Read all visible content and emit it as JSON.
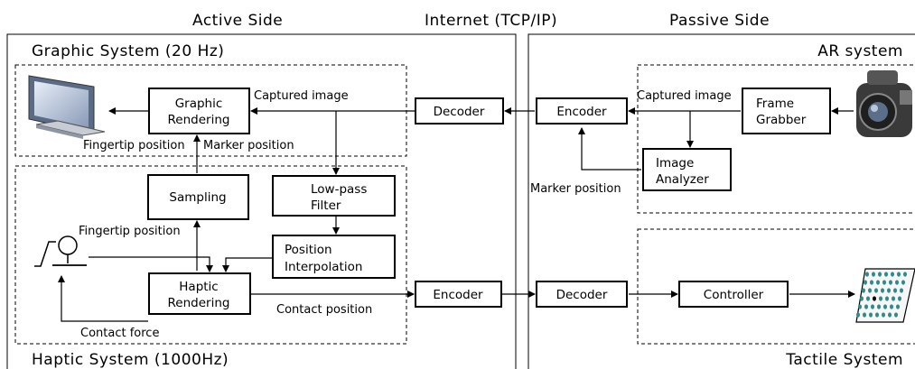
{
  "headers": {
    "active_side": "Active Side",
    "internet": "Internet (TCP/IP)",
    "passive_side": "Passive Side"
  },
  "systems": {
    "graphic": "Graphic System (20 Hz)",
    "haptic": "Haptic System (1000Hz)",
    "ar": "AR system",
    "tactile": "Tactile System"
  },
  "blocks": {
    "graphic_rendering": [
      "Graphic",
      "Rendering"
    ],
    "sampling": [
      "Sampling"
    ],
    "low_pass_filter": [
      "Low-pass",
      "Filter"
    ],
    "position_interpolation": [
      "Position",
      "Interpolation"
    ],
    "haptic_rendering": [
      "Haptic",
      "Rendering"
    ],
    "decoder_top": [
      "Decoder"
    ],
    "encoder_top": [
      "Encoder"
    ],
    "encoder_bottom": [
      "Encoder"
    ],
    "decoder_bottom": [
      "Decoder"
    ],
    "frame_grabber": [
      "Frame",
      "Grabber"
    ],
    "image_analyzer": [
      "Image",
      "Analyzer"
    ],
    "controller": [
      "Controller"
    ]
  },
  "labels": {
    "captured_image_left": "Captured image",
    "fingertip_position_top": "Fingertip position",
    "marker_position_left": "Marker position",
    "fingertip_position_left": "Fingertip position",
    "contact_position": "Contact position",
    "contact_force": "Contact force",
    "captured_image_right": "Captured image",
    "marker_position_right": "Marker position"
  },
  "icons": {
    "monitor": "monitor-icon",
    "camera": "video-camera-icon",
    "haptic_device": "haptic-device-icon",
    "tactile_display": "tactile-pin-array-icon"
  }
}
